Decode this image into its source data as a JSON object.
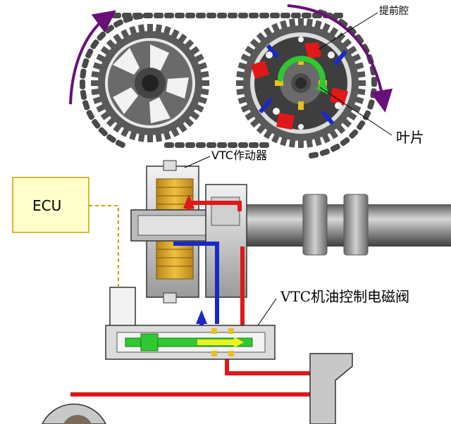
{
  "labels": {
    "advance_chamber": "提前腔",
    "vane": "叶片",
    "vtc_actuator": "VTC作动器",
    "ecu": "ECU",
    "vtc_solenoid_valve": "VTC机油控制电磁阀"
  },
  "colors": {
    "gear": "#555555",
    "gear_dark": "#3a3a3a",
    "chain": "#4a4a4a",
    "rotation_arrow": "#6a0f7a",
    "oil_red": "#e01818",
    "oil_blue": "#1a28c8",
    "vane_green": "#30c830",
    "actuator_gold": "#d9a520",
    "ecu_fill": "#ffffcc",
    "ecu_border": "#c8a000",
    "ecu_line": "#c8a000",
    "shaft": "#8a8a8a"
  },
  "icons": {
    "rotation_arrows": "rotation-arrow-icon",
    "flow_arrows": "oil-flow-arrow-icon"
  }
}
